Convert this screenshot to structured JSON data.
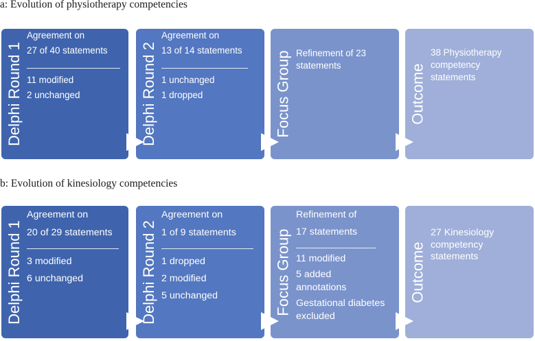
{
  "panel_a": {
    "title": "a: Evolution of physiotherapy competencies",
    "stages": [
      {
        "label": "Delphi Round 1",
        "top_lines": [
          "Agreement on",
          "27 of 40 statements"
        ],
        "bottom_lines": [
          "11 modified",
          "2 unchanged"
        ]
      },
      {
        "label": "Delphi Round 2",
        "top_lines": [
          "Agreement on",
          "13 of 14 statements"
        ],
        "bottom_lines": [
          "1 unchanged",
          "1 dropped"
        ]
      },
      {
        "label": "Focus Group",
        "top_lines": [
          "Refinement of 23",
          "statements"
        ],
        "bottom_lines": []
      },
      {
        "label": "Outcome",
        "top_lines": [
          "38 Physiotherapy",
          "competency",
          "statements"
        ],
        "bottom_lines": []
      }
    ]
  },
  "panel_b": {
    "title": "b: Evolution of kinesiology competencies",
    "stages": [
      {
        "label": "Delphi Round 1",
        "top_lines": [
          "Agreement on",
          "20 of 29 statements"
        ],
        "bottom_lines": [
          "3 modified",
          "6 unchanged"
        ]
      },
      {
        "label": "Delphi Round 2",
        "top_lines": [
          "Agreement on",
          "1 of 9 statements"
        ],
        "bottom_lines": [
          "1 dropped",
          "2 modified",
          "5 unchanged"
        ]
      },
      {
        "label": "Focus Group",
        "top_lines": [
          "Refinement of",
          "17 statements"
        ],
        "bottom_lines": [
          "11 modified",
          "5 added",
          "annotations",
          "Gestational diabetes",
          "excluded"
        ]
      },
      {
        "label": "Outcome",
        "top_lines": [
          "27 Kinesiology",
          "competency",
          "statements"
        ],
        "bottom_lines": []
      }
    ]
  }
}
